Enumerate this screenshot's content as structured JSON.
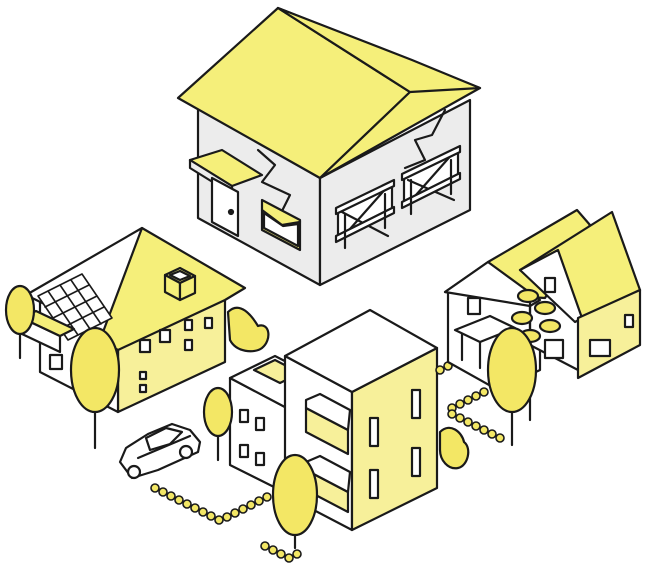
{
  "colors": {
    "roof": "#f5ef7a",
    "wall_yellow": "#f7f09a",
    "wall_white": "#ffffff",
    "wall_gray": "#ececec",
    "foliage": "#f3e765",
    "outline": "#1a1a1a"
  },
  "scene": {
    "houses": [
      "damaged-house",
      "left-house",
      "apartment-building",
      "right-twin-house"
    ],
    "icons": [
      "crack-icon",
      "broken-window-icon",
      "window-brace-icon",
      "chimney-icon",
      "solar-panel-icon",
      "car-icon",
      "tree-icon",
      "hedge-icon"
    ]
  }
}
